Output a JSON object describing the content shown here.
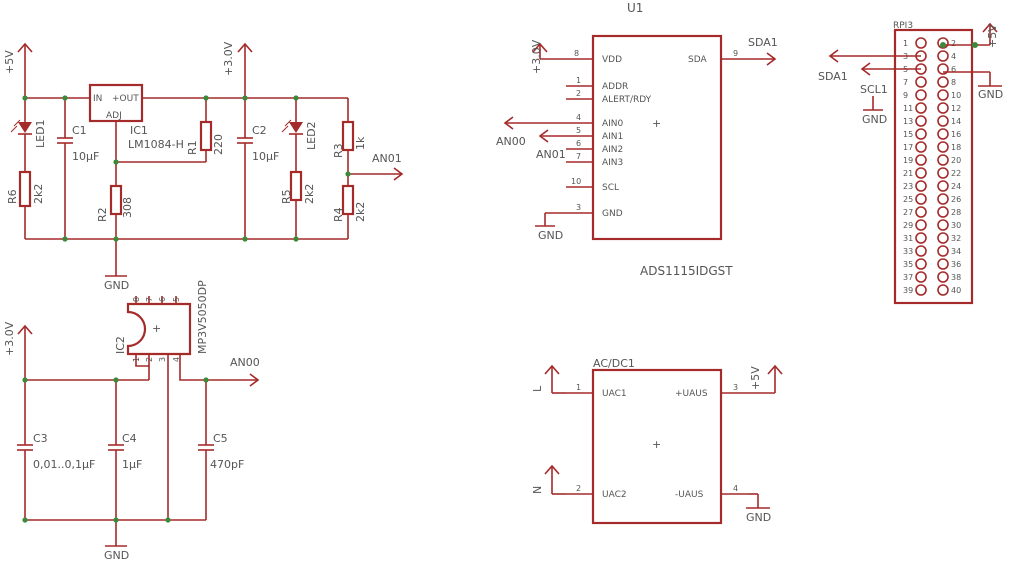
{
  "power": {
    "p5v": "+5V",
    "p3v": "+3.0V",
    "gnd": "GND"
  },
  "nets": {
    "an0": "AN00",
    "an1": "AN01",
    "sda": "SDA1",
    "scl": "SCL1",
    "l": "L",
    "n": "N"
  },
  "ic1": {
    "name": "IC1",
    "value": "LM1084-H",
    "in": "IN",
    "out": "+OUT",
    "adj": "ADJ"
  },
  "parts": {
    "led1": "LED1",
    "led2": "LED2",
    "c1": "C1",
    "c1v": "10µF",
    "c2": "C2",
    "c2v": "10µF",
    "r1": "R1",
    "r1v": "220",
    "r2": "R2",
    "r2v": "308",
    "r3": "R3",
    "r3v": "1k",
    "r4": "R4",
    "r4v": "2k2",
    "r5": "R5",
    "r5v": "2k2",
    "r6": "R6",
    "r6v": "2k2",
    "c3": "C3",
    "c3v": "0,01..0,1µF",
    "c4": "C4",
    "c4v": "1µF",
    "c5": "C5",
    "c5v": "470pF"
  },
  "ic2": {
    "name": "IC2",
    "value": "MP3V5050DP",
    "p1": "1",
    "p2": "2",
    "p3": "3",
    "p4": "4",
    "p5": "5",
    "p6": "6",
    "p7": "7",
    "p8": "8"
  },
  "u1": {
    "name": "U1",
    "value": "ADS1115IDGST",
    "vdd": "VDD",
    "addr": "ADDR",
    "alert": "ALERT/RDY",
    "ain0": "AIN0",
    "ain1": "AIN1",
    "ain2": "AIN2",
    "ain3": "AIN3",
    "scl": "SCL",
    "gnd": "GND",
    "sda": "SDA",
    "n8": "8",
    "n1": "1",
    "n2": "2",
    "n4": "4",
    "n5": "5",
    "n6": "6",
    "n7": "7",
    "n10": "10",
    "n3": "3",
    "n9": "9"
  },
  "rpi": {
    "name": "RPI3",
    "odd": [
      "1",
      "3",
      "5",
      "7",
      "9",
      "11",
      "13",
      "15",
      "17",
      "19",
      "21",
      "23",
      "25",
      "27",
      "29",
      "31",
      "33",
      "35",
      "37",
      "39"
    ],
    "even": [
      "2",
      "4",
      "6",
      "8",
      "10",
      "12",
      "14",
      "16",
      "18",
      "20",
      "22",
      "24",
      "26",
      "28",
      "30",
      "32",
      "34",
      "36",
      "38",
      "40"
    ]
  },
  "acdc": {
    "name": "AC/DC1",
    "uac1": "UAC1",
    "uac2": "UAC2",
    "puaus": "+UAUS",
    "muaus": "-UAUS",
    "n1": "1",
    "n2": "2",
    "n3": "3",
    "n4": "4"
  }
}
